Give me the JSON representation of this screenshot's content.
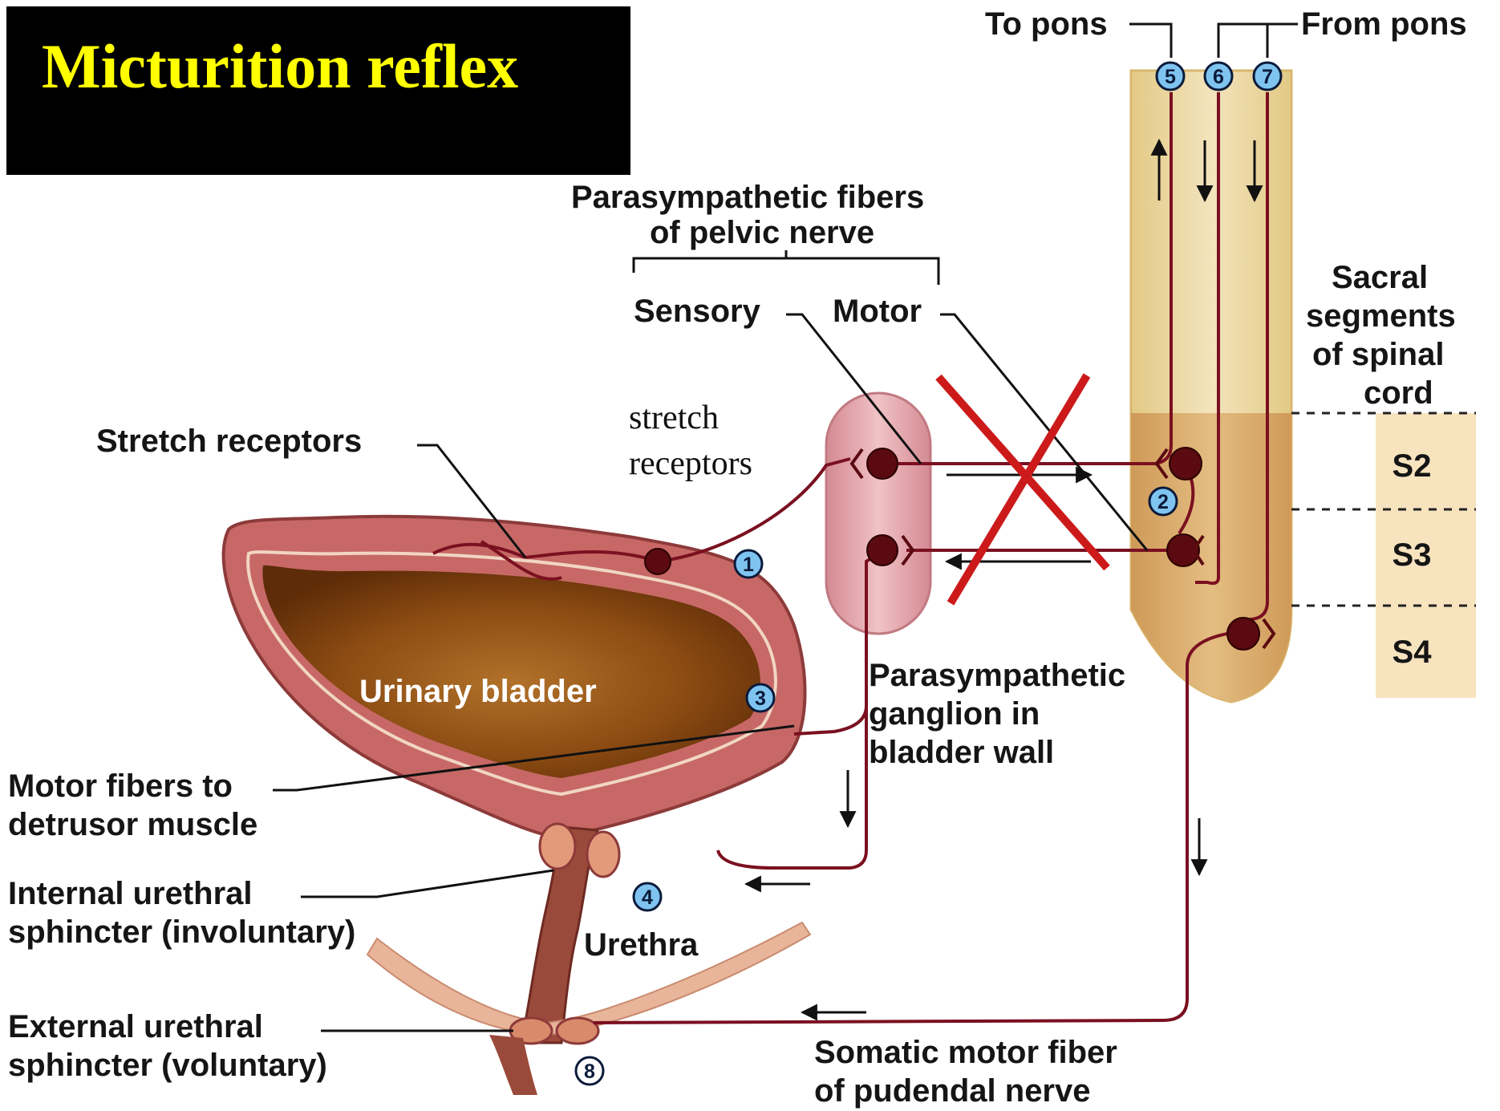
{
  "title": "Micturition reflex",
  "colors": {
    "title_bg": "#000000",
    "title_text": "#ffff00",
    "nerve": "#7a1020",
    "neuron": "#5a0a10",
    "badge_fill": "#7fc4f0",
    "x_mark": "#cc1a1a",
    "spinal_cord": "#e9d7a6",
    "bladder_lumen": "#8a4a12"
  },
  "labels": {
    "to_pons": "To pons",
    "from_pons": "From pons",
    "para_fibers_line1": "Parasympathetic fibers",
    "para_fibers_line2": "of pelvic nerve",
    "sensory": "Sensory",
    "motor": "Motor",
    "sacral_line1": "Sacral",
    "sacral_line2": "segments",
    "sacral_line3": "of spinal",
    "sacral_line4": "cord",
    "stretch_receptors": "Stretch receptors",
    "stretch_small_line1": "stretch",
    "stretch_small_line2": "receptors",
    "urinary_bladder": "Urinary bladder",
    "ganglion_line1": "Parasympathetic",
    "ganglion_line2": "ganglion in",
    "ganglion_line3": "bladder wall",
    "motor_fibers_line1": "Motor fibers to",
    "motor_fibers_line2": "detrusor muscle",
    "internal_line1": "Internal urethral",
    "internal_line2": "sphincter (involuntary)",
    "urethra": "Urethra",
    "external_line1": "External urethral",
    "external_line2": "sphincter (voluntary)",
    "somatic_line1": "Somatic motor fiber",
    "somatic_line2": "of pudendal nerve"
  },
  "segments": [
    "S2",
    "S3",
    "S4"
  ],
  "markers": [
    "1",
    "2",
    "3",
    "4",
    "5",
    "6",
    "7",
    "8"
  ]
}
